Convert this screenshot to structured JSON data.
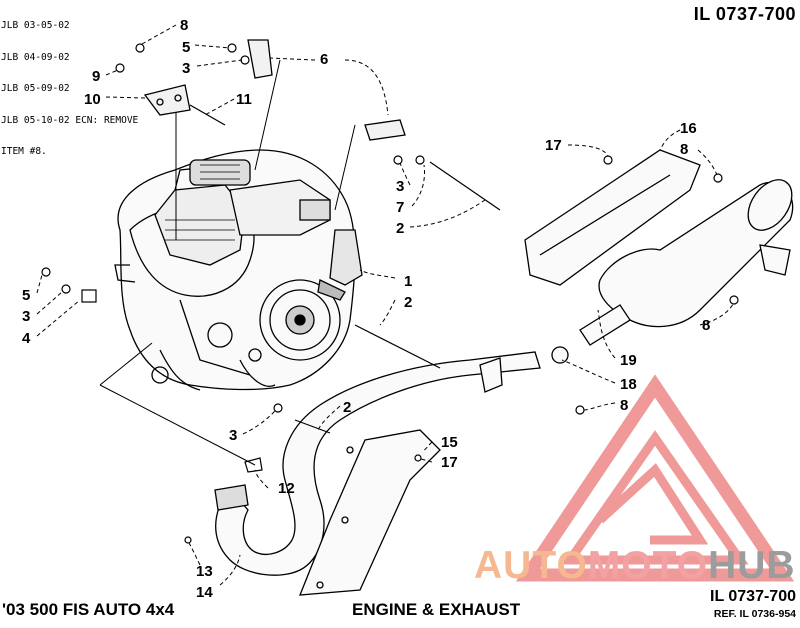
{
  "revision_notes": [
    "JLB 03-05-02",
    "JLB 04-09-02",
    "JLB 05-09-02",
    "JLB 05-10-02 ECN: REMOVE",
    "ITEM #8."
  ],
  "illustration_code": "IL 0737-700",
  "footer": {
    "model": "'03 500 FIS AUTO 4x4",
    "section": "ENGINE & EXHAUST",
    "illustration_code": "IL 0737-700",
    "reference": "REF. IL 0736-954"
  },
  "watermark": {
    "part1": "AUTO",
    "part2": "MOTO",
    "part3": "HUB",
    "colors": {
      "auto": "#f6b890",
      "moto": "#f2a2a2",
      "hub": "#9c9c9c",
      "triangle": "#ee8e8e"
    }
  },
  "callouts": [
    {
      "number": "8"
    },
    {
      "number": "5"
    },
    {
      "number": "3"
    },
    {
      "number": "6"
    },
    {
      "number": "9"
    },
    {
      "number": "10"
    },
    {
      "number": "11"
    },
    {
      "number": "3"
    },
    {
      "number": "7"
    },
    {
      "number": "2"
    },
    {
      "number": "17"
    },
    {
      "number": "16"
    },
    {
      "number": "8"
    },
    {
      "number": "1"
    },
    {
      "number": "2"
    },
    {
      "number": "5"
    },
    {
      "number": "3"
    },
    {
      "number": "4"
    },
    {
      "number": "8"
    },
    {
      "number": "19"
    },
    {
      "number": "18"
    },
    {
      "number": "8"
    },
    {
      "number": "2"
    },
    {
      "number": "3"
    },
    {
      "number": "15"
    },
    {
      "number": "17"
    },
    {
      "number": "12"
    },
    {
      "number": "13"
    },
    {
      "number": "14"
    }
  ]
}
